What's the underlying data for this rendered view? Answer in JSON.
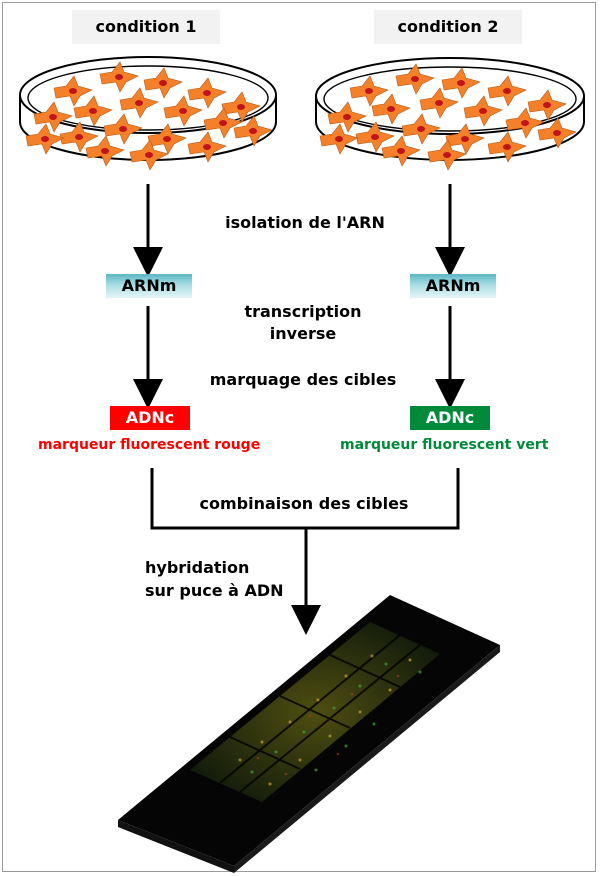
{
  "conditions": [
    {
      "label": "condition 1"
    },
    {
      "label": "condition 2"
    }
  ],
  "steps": {
    "isolation": "isolation de l'ARN",
    "transcription_line1": "transcription",
    "transcription_line2": "inverse",
    "marquage": "marquage des cibles",
    "combinaison": "combinaison des cibles",
    "hybridation_line1": "hybridation",
    "hybridation_line2": "sur puce à ADN"
  },
  "branches": [
    {
      "arnm": "ARNm",
      "adnc": "ADNc",
      "marker": "marqueur fluorescent rouge",
      "color": "#ff0000"
    },
    {
      "arnm": "ARNm",
      "adnc": "ADNc",
      "marker": "marqueur fluorescent vert",
      "color": "#008a3a"
    }
  ],
  "colors": {
    "cell": "#f4812a",
    "nucleus": "#c0141b",
    "arnm_gradient_top": "#5bb8c4",
    "chip": "#0d0d0d"
  }
}
